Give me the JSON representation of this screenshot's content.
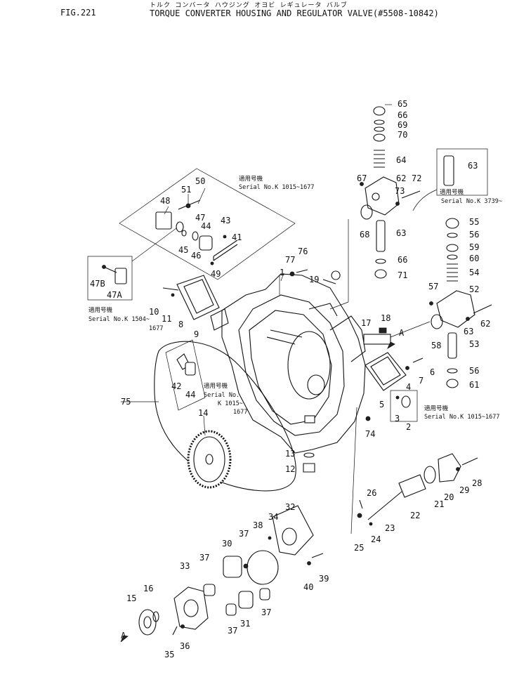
{
  "header": {
    "fig_number": "FIG.221",
    "title_kana": "トルク コンバータ ハウジング オヨビ レギュレータ バルブ",
    "title": "TORQUE CONVERTER HOUSING AND REGULATOR VALVE(#5508-10842)"
  },
  "notes": {
    "upper_box_jp": "適用号機",
    "upper_box": "Serial No.K 1015~1677",
    "k3739_jp": "適用号機",
    "k3739": "Serial No.K 3739~",
    "k1504_jp": "適用号機",
    "k1504_a": "Serial No.K 1504~",
    "k1504_b": "1677",
    "mid_jp": "適用号機",
    "mid_a": "Serial No.",
    "mid_b": "K 1015~",
    "mid_c": "1677",
    "right_jp": "適用号機",
    "right": "Serial No.K 1015~1677"
  },
  "view_marks": {
    "a1": "A",
    "a2": "A"
  },
  "part_numbers": {
    "p1": "1",
    "p2": "2",
    "p3": "3",
    "p4": "4",
    "p5": "5",
    "p6": "6",
    "p7": "7",
    "p8": "8",
    "p9": "9",
    "p10": "10",
    "p11": "11",
    "p12": "12",
    "p13": "13",
    "p14": "14",
    "p15": "15",
    "p16": "16",
    "p17": "17",
    "p18": "18",
    "p19": "19",
    "p20": "20",
    "p21": "21",
    "p22": "22",
    "p23": "23",
    "p24": "24",
    "p25": "25",
    "p26": "26",
    "p28": "28",
    "p29": "29",
    "p30": "30",
    "p31": "31",
    "p32": "32",
    "p33": "33",
    "p34": "34",
    "p35": "35",
    "p36": "36",
    "p37a": "37",
    "p37b": "37",
    "p37c": "37",
    "p37d": "37",
    "p38": "38",
    "p39": "39",
    "p40": "40",
    "p41": "41",
    "p42": "42",
    "p43": "43",
    "p44a": "44",
    "p44b": "44",
    "p45": "45",
    "p46": "46",
    "p47": "47",
    "p47a": "47A",
    "p47b": "47B",
    "p48": "48",
    "p49": "49",
    "p50": "50",
    "p51": "51",
    "p52": "52",
    "p53": "53",
    "p54": "54",
    "p55": "55",
    "p56a": "56",
    "p56b": "56",
    "p57": "57",
    "p58": "58",
    "p59": "59",
    "p60": "60",
    "p61": "61",
    "p62a": "62",
    "p62b": "62",
    "p63a": "63",
    "p63b": "63",
    "p63c": "63",
    "p64": "64",
    "p65": "65",
    "p66a": "66",
    "p66b": "66",
    "p67": "67",
    "p68": "68",
    "p69": "69",
    "p70": "70",
    "p71": "71",
    "p72": "72",
    "p73": "73",
    "p74": "74",
    "p75": "75",
    "p76": "76",
    "p77": "77"
  }
}
